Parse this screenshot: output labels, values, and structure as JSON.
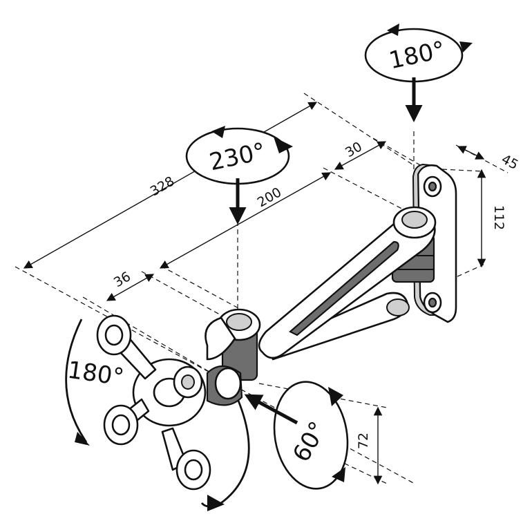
{
  "dimensions": {
    "overall_length": "328",
    "arm_length": "200",
    "pivot_offset": "36",
    "end_offset": "30",
    "plate_depth": "45",
    "plate_height": "112",
    "head_height": "72"
  },
  "rotations": {
    "wall_pivot": "180°",
    "arm_pivot": "230°",
    "head_rotation": "180°",
    "head_tilt": "60°"
  }
}
